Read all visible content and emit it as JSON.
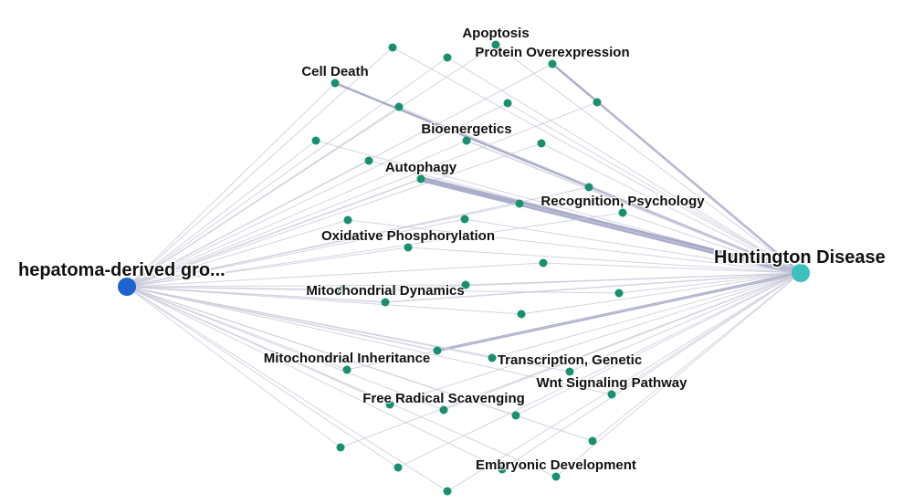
{
  "graph": {
    "source": {
      "label": "hepatoma-derived gro...",
      "color": "#1f63d1"
    },
    "target": {
      "label": "Huntington Disease",
      "color": "#3bbfbf"
    },
    "node_color": "#16906e",
    "edge_color": "#c9c9d9",
    "strong_edge_color": "#8f93b8",
    "labeled_nodes": [
      "Apoptosis",
      "Protein Overexpression",
      "Cell Death",
      "Bioenergetics",
      "Autophagy",
      "Recognition, Psychology",
      "Oxidative Phosphorylation",
      "Mitochondrial Dynamics",
      "Mitochondrial Inheritance",
      "Transcription, Genetic",
      "Wnt Signaling Pathway",
      "Free Radical Scavenging",
      "Embryonic Development"
    ]
  }
}
